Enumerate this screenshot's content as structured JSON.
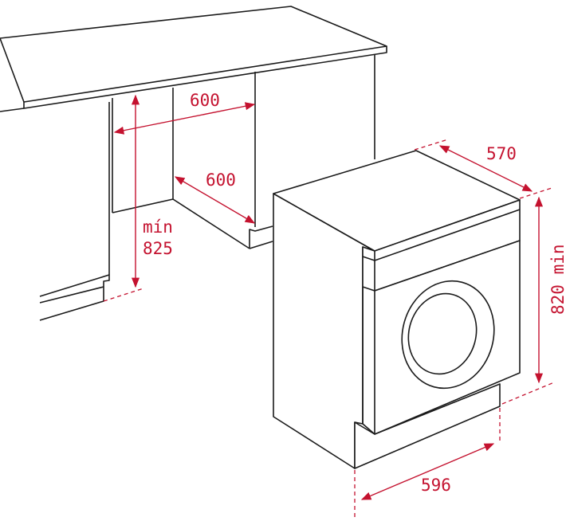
{
  "dimensions": {
    "niche_width": "600",
    "niche_depth": "600",
    "niche_height_prefix": "mín",
    "niche_height": "825",
    "appliance_depth": "570",
    "appliance_height": "820 min",
    "appliance_width": "596"
  },
  "colors": {
    "dimension": "#c4122f",
    "line": "#1a1a1a"
  }
}
